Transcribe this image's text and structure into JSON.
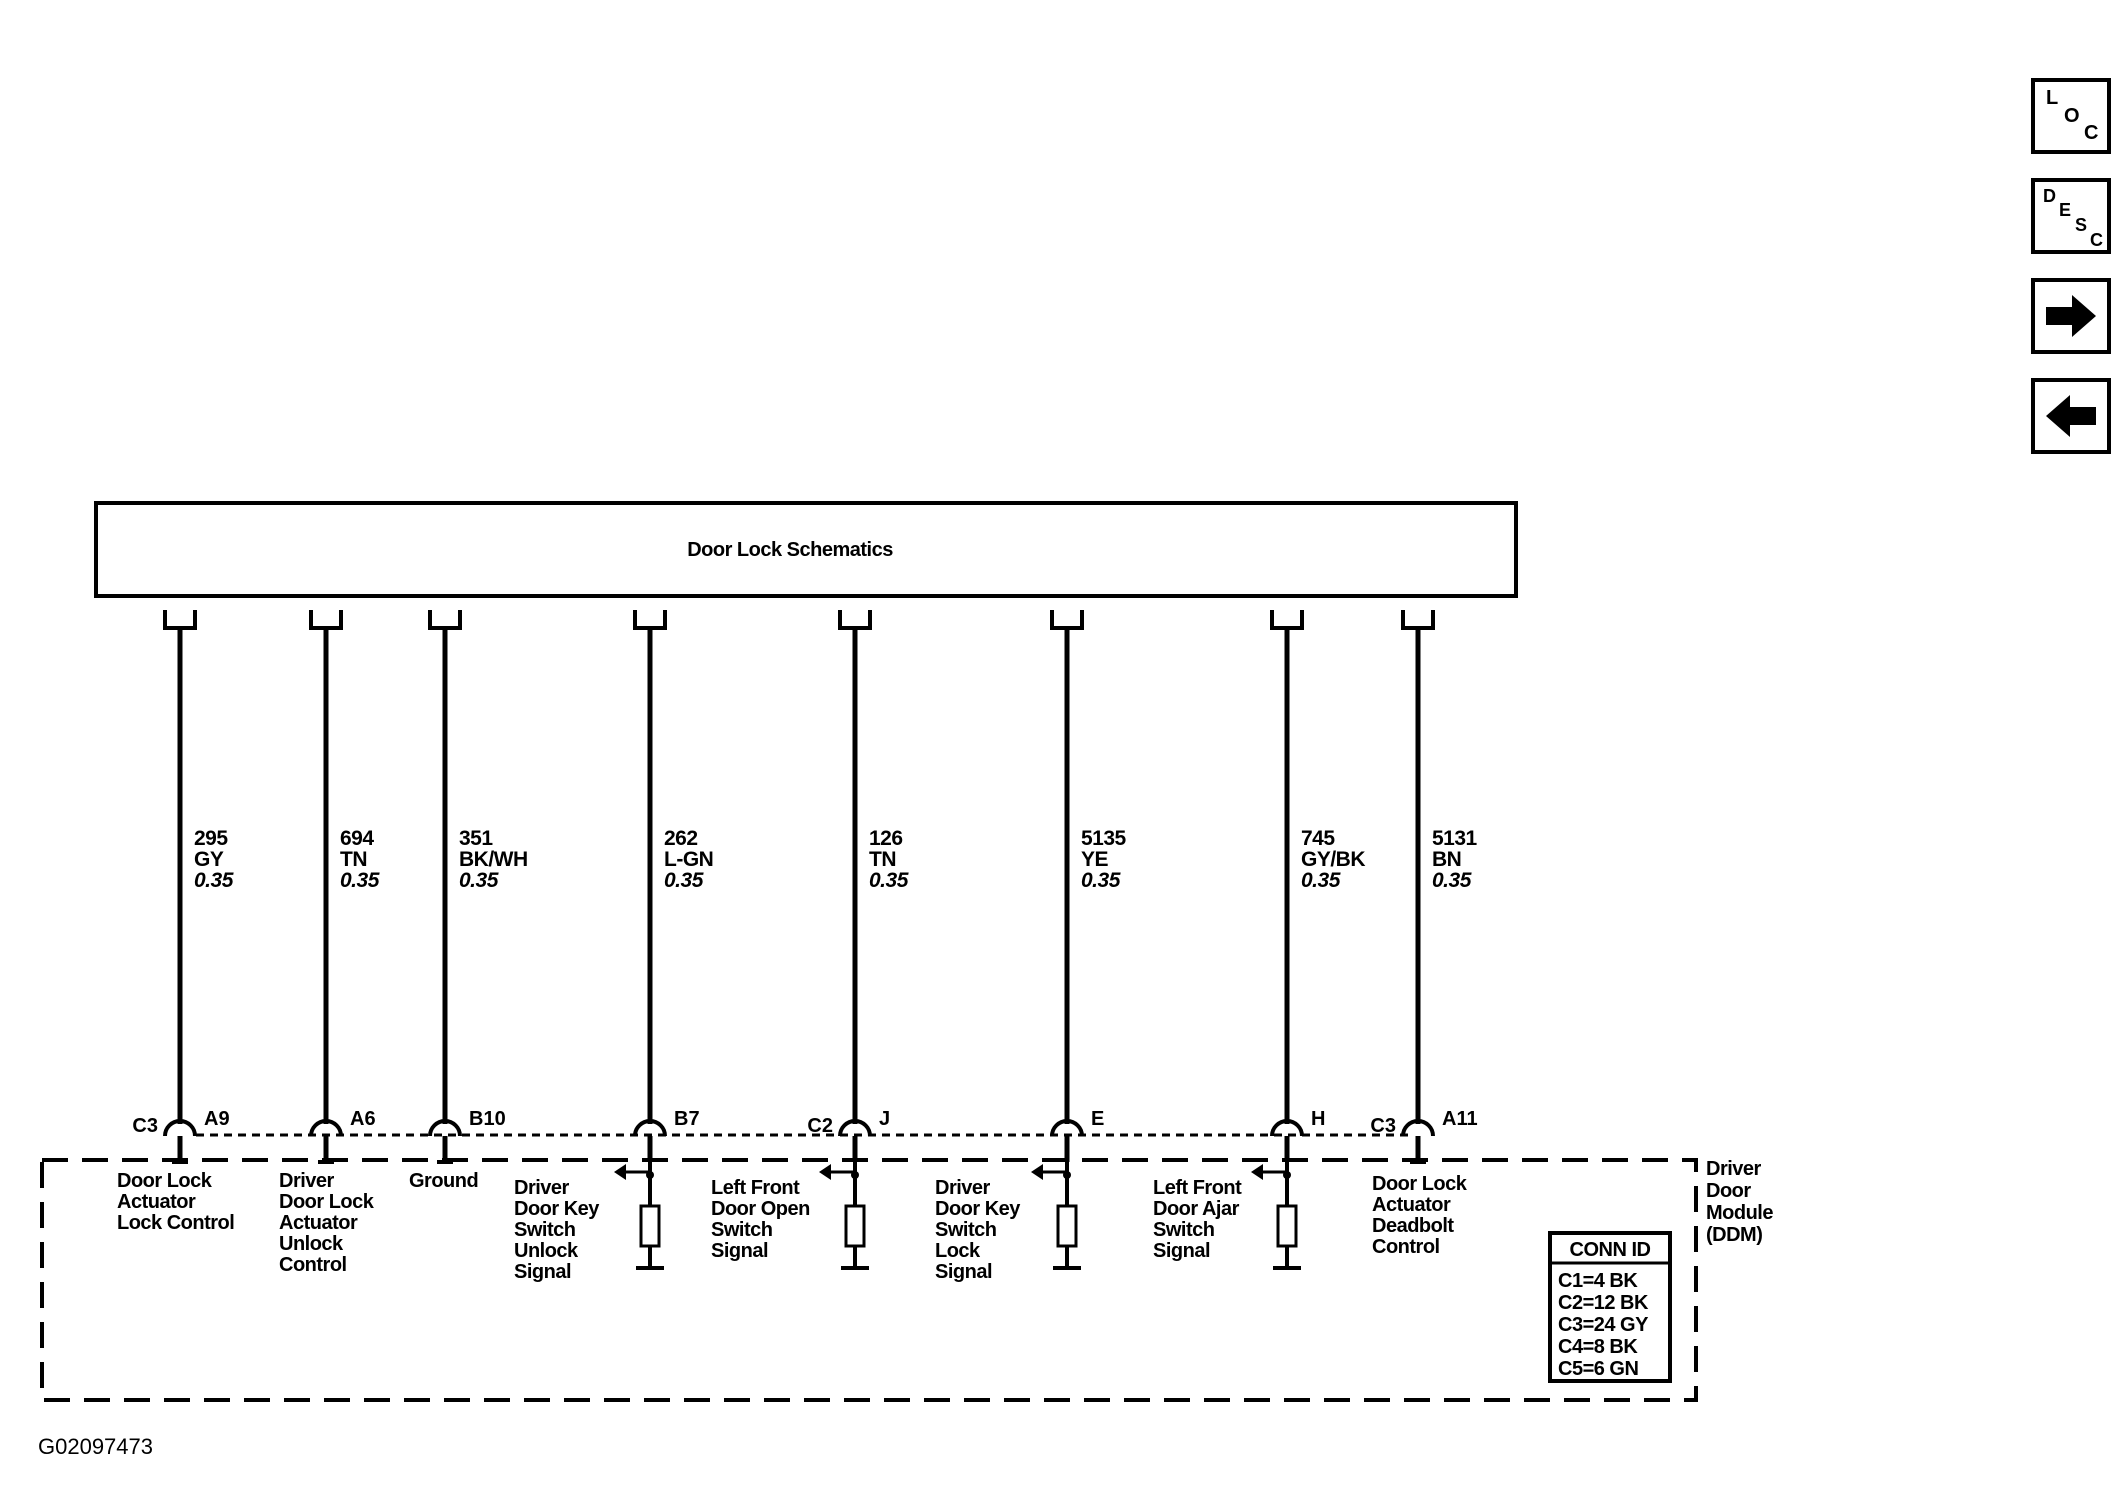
{
  "header": {
    "title": "Door Lock Schematics"
  },
  "nav": {
    "loc": {
      "letters": [
        "L",
        "O",
        "C"
      ]
    },
    "desc": {
      "letters": [
        "D",
        "E",
        "S",
        "C"
      ]
    },
    "next_icon": "arrow-right-icon",
    "prev_icon": "arrow-left-icon"
  },
  "wires": [
    {
      "circuit": "295",
      "color": "GY",
      "size": "0.35",
      "conn": "C3",
      "pin": "A9",
      "label": [
        "Door Lock",
        "Actuator",
        "Lock Control"
      ]
    },
    {
      "circuit": "694",
      "color": "TN",
      "size": "0.35",
      "conn": "",
      "pin": "A6",
      "label": [
        "Driver",
        "Door Lock",
        "Actuator",
        "Unlock",
        "Control"
      ]
    },
    {
      "circuit": "351",
      "color": "BK/WH",
      "size": "0.35",
      "conn": "",
      "pin": "B10",
      "label": [
        "Ground"
      ]
    },
    {
      "circuit": "262",
      "color": "L-GN",
      "size": "0.35",
      "conn": "",
      "pin": "B7",
      "label": [
        "Driver",
        "Door Key",
        "Switch",
        "Unlock",
        "Signal"
      ]
    },
    {
      "circuit": "126",
      "color": "TN",
      "size": "0.35",
      "conn": "C2",
      "pin": "J",
      "label": [
        "Left Front",
        "Door Open",
        "Switch",
        "Signal"
      ]
    },
    {
      "circuit": "5135",
      "color": "YE",
      "size": "0.35",
      "conn": "",
      "pin": "E",
      "label": [
        "Driver",
        "Door Key",
        "Switch",
        "Lock",
        "Signal"
      ]
    },
    {
      "circuit": "745",
      "color": "GY/BK",
      "size": "0.35",
      "conn": "",
      "pin": "H",
      "label": [
        "Left Front",
        "Door Ajar",
        "Switch",
        "Signal"
      ]
    },
    {
      "circuit": "5131",
      "color": "BN",
      "size": "0.35",
      "conn": "C3",
      "pin": "A11",
      "label": [
        "Door Lock",
        "Actuator",
        "Deadbolt",
        "Control"
      ]
    }
  ],
  "module": {
    "label": [
      "Driver",
      "Door",
      "Module",
      "(DDM)"
    ]
  },
  "conn_table": {
    "title": "CONN ID",
    "rows": [
      "C1=4 BK",
      "C2=12 BK",
      "C3=24 GY",
      "C4=8 BK",
      "C5=6 GN"
    ]
  },
  "figure_id": "G02097473"
}
